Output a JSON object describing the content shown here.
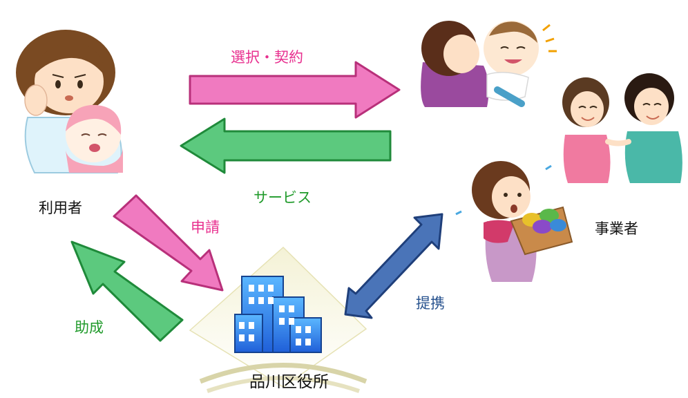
{
  "actors": {
    "user": "利用者",
    "provider": "事業者",
    "office": "品川区役所"
  },
  "flows": {
    "select_contract": "選択・契約",
    "service": "サービス",
    "apply": "申請",
    "subsidy": "助成",
    "partnership": "提携"
  },
  "colors": {
    "pink_arrow": "#f07ac0",
    "green_arrow": "#5cc97e",
    "blue_arrow": "#4a74b8",
    "pink_text": "#e8308f",
    "green_text": "#1f9a2a",
    "blue_text": "#27528e"
  },
  "icons": {
    "user": "mother-with-crying-baby-illustration",
    "provider_1": "caregiver-hugging-baby-illustration",
    "provider_2": "two-women-illustration",
    "provider_3": "woman-carrying-laundry-basket-illustration",
    "office": "city-hall-building-icon"
  }
}
